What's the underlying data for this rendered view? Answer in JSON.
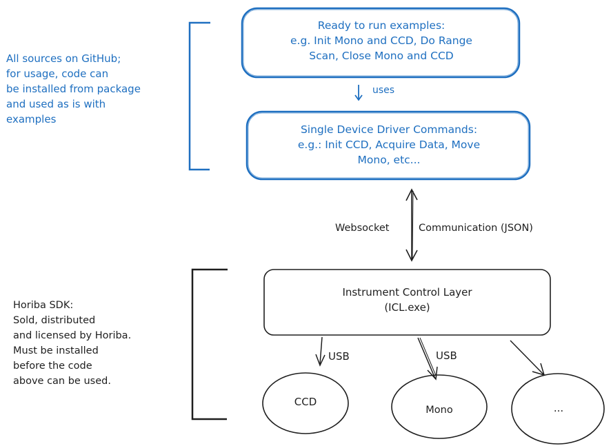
{
  "colors": {
    "accent": "#1e6fc0",
    "ink": "#1e1e1e",
    "background": "#ffffff"
  },
  "top_box": {
    "lines": [
      "Ready to run examples:",
      "e.g. Init Mono and CCD, Do Range",
      "Scan, Close Mono and CCD"
    ]
  },
  "uses_label": "uses",
  "driver_box": {
    "lines": [
      "Single Device Driver Commands:",
      "e.g.: Init CCD, Acquire Data, Move",
      "Mono, etc..."
    ]
  },
  "github_note": {
    "lines": [
      "All sources on GitHub;",
      "for usage, code can",
      "be installed from package",
      "and used as is with",
      "examples"
    ]
  },
  "websocket_label": "Websocket",
  "communication_label": "Communication (JSON)",
  "icl_box": {
    "lines": [
      "Instrument Control Layer",
      "(ICL.exe)"
    ]
  },
  "usb_label_1": "USB",
  "usb_label_2": "USB",
  "sdk_note": {
    "lines": [
      "Horiba SDK:",
      "Sold, distributed",
      "and licensed by Horiba.",
      "Must be installed",
      "before the code",
      "above can be used."
    ]
  },
  "devices": {
    "ccd": "CCD",
    "mono": "Mono",
    "more": "..."
  }
}
